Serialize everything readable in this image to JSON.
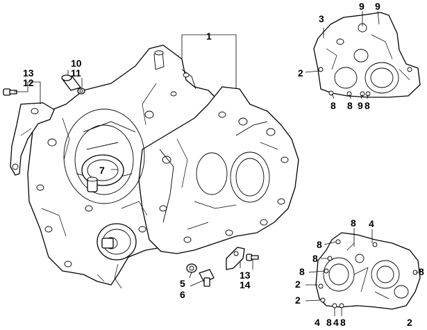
{
  "diagram": {
    "main_labels": [
      "1",
      "7",
      "10",
      "11",
      "12",
      "13",
      "5",
      "6",
      "13",
      "14"
    ],
    "top_view_labels": [
      "3",
      "9",
      "9",
      "2",
      "8",
      "8",
      "9",
      "8"
    ],
    "bottom_view_labels": [
      "8",
      "4",
      "8",
      "8",
      "8",
      "8",
      "2",
      "2",
      "4",
      "8",
      "4",
      "8",
      "2"
    ]
  }
}
